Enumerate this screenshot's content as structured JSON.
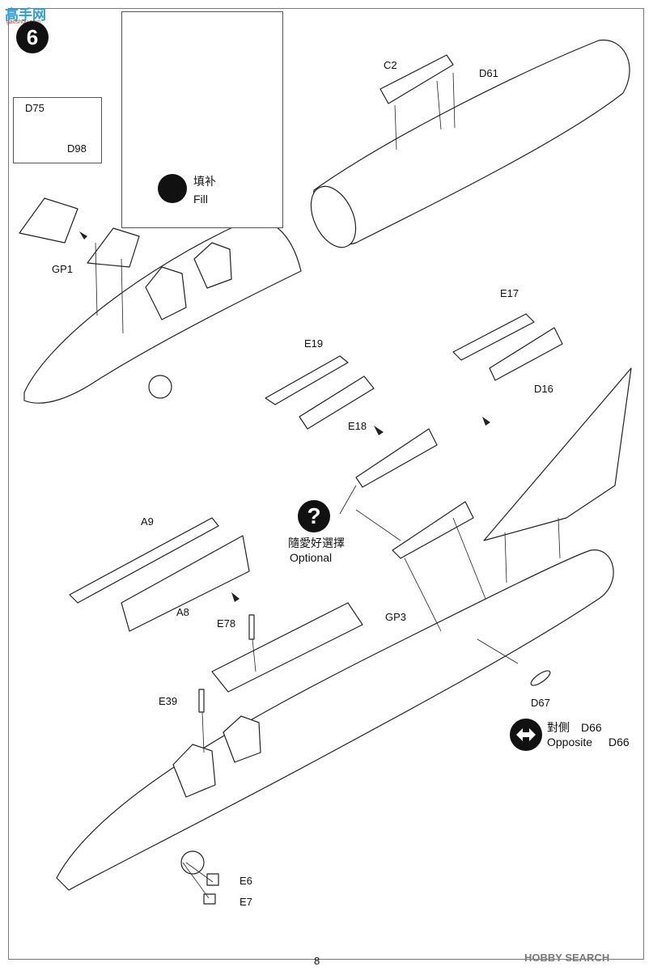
{
  "watermark": {
    "text": "高手网",
    "sub": "gaoshou.com"
  },
  "step": "6",
  "inset": {
    "symbol_zh": "填补",
    "symbol_en": "Fill"
  },
  "detail": {
    "parts": [
      "D75",
      "D98"
    ]
  },
  "labels": {
    "gp1": "GP1",
    "c2": "C2",
    "d61": "D61",
    "e17": "E17",
    "d16": "D16",
    "e19": "E19",
    "e18": "E18",
    "a9": "A9",
    "a8": "A8",
    "e78": "E78",
    "gp3": "GP3",
    "e39": "E39",
    "d67": "D67",
    "e6": "E6",
    "e7": "E7"
  },
  "optional": {
    "zh": "隨愛好選擇",
    "en": "Optional"
  },
  "opposite": {
    "zh": "對側",
    "en": "Opposite",
    "part": "D66"
  },
  "footer": {
    "page": "8",
    "site": "HOBBY SEARCH"
  }
}
